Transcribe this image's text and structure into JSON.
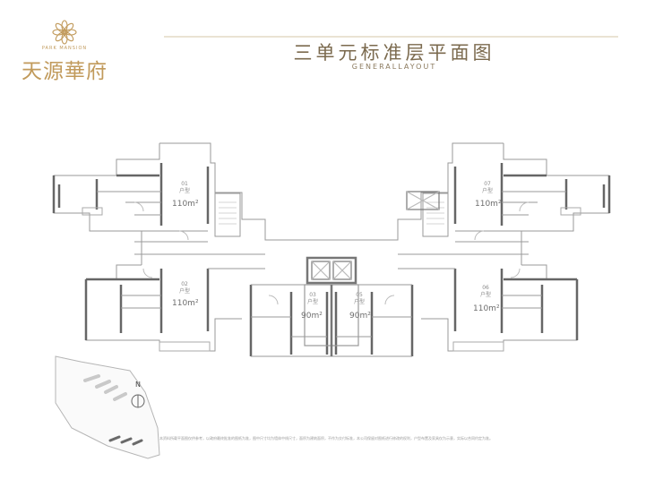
{
  "brand": {
    "name": "天源華府",
    "english": "PARK MANSION"
  },
  "heading": {
    "title": "三单元标准层平面图",
    "subtitle": "GENERALLAYOUT"
  },
  "units": [
    {
      "id": "01",
      "type_label": "户型",
      "area": "110m²"
    },
    {
      "id": "02",
      "type_label": "户型",
      "area": "110m²"
    },
    {
      "id": "03",
      "type_label": "户型",
      "area": "90m²"
    },
    {
      "id": "05",
      "type_label": "户型",
      "area": "90m²"
    },
    {
      "id": "06",
      "type_label": "户型",
      "area": "110m²"
    },
    {
      "id": "07",
      "type_label": "户型",
      "area": "110m²"
    }
  ],
  "compass": {
    "label": "N"
  },
  "disclaimer": "本资料所载平面图仅供参考，以政府最终批准的图纸为准，图中尺寸均为墙体中线尺寸，面积为建筑面积，不作为交付标准，本公司保留对图纸进行修改的权利，户型布置及家具仅为示意，实际以合同约定为准。"
}
